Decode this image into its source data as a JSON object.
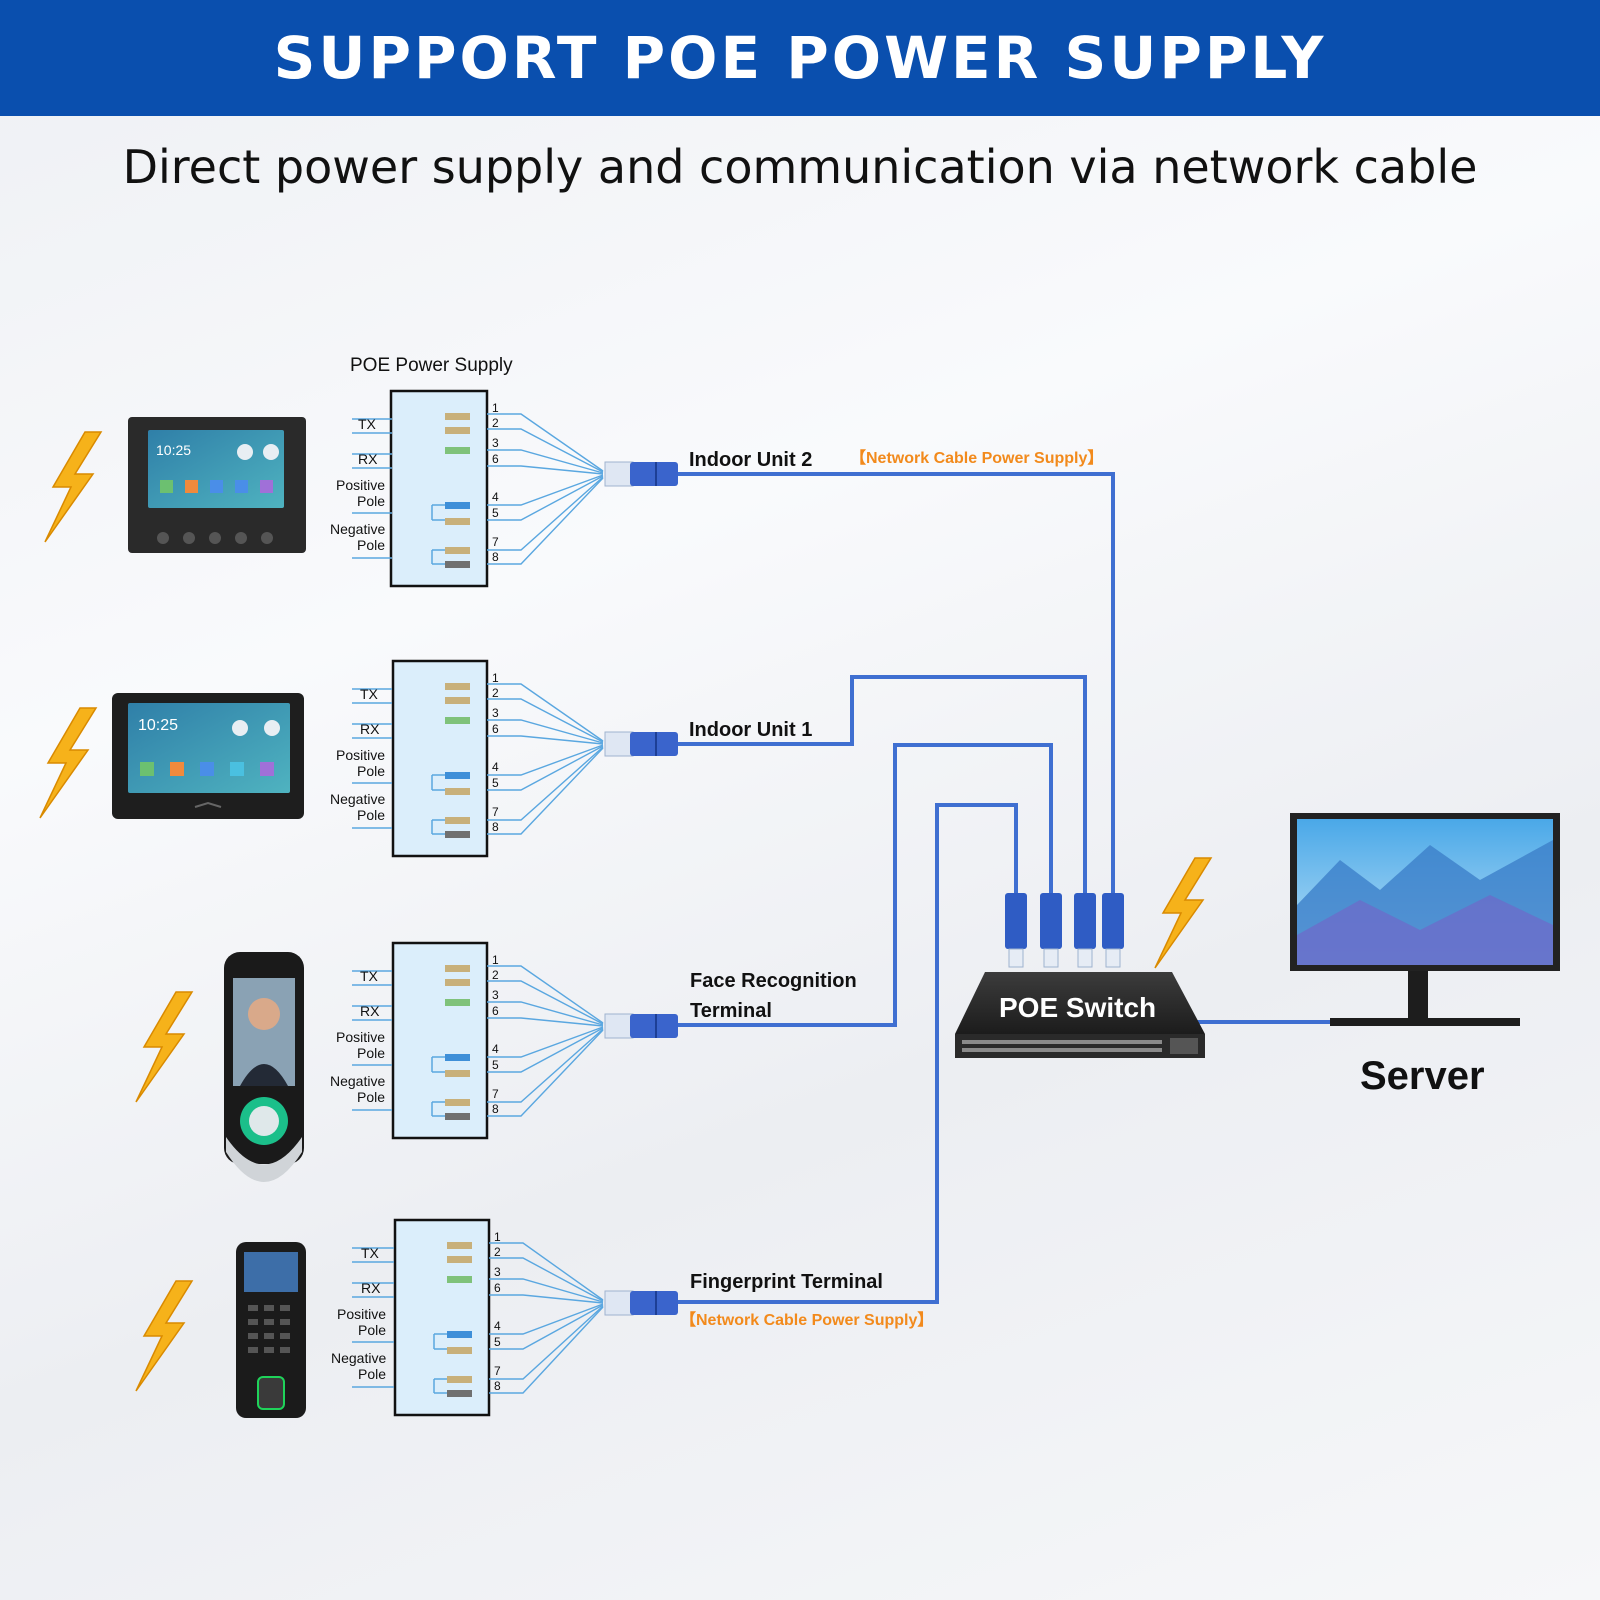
{
  "header": {
    "title": "SUPPORT POE POWER SUPPLY",
    "subtitle": "Direct power supply and communication via network cable"
  },
  "diagram": {
    "block_title": "POE Power Supply",
    "pin_labels": {
      "tx": "TX",
      "rx": "RX",
      "positive_1": "Positive",
      "positive_2": "Pole",
      "negative_1": "Negative",
      "negative_2": "Pole"
    },
    "pin_numbers": [
      "1",
      "2",
      "3",
      "6",
      "4",
      "5",
      "7",
      "8"
    ],
    "devices": [
      {
        "name": "Indoor Unit 2"
      },
      {
        "name": "Indoor Unit 1"
      },
      {
        "name_line1": "Face Recognition",
        "name_line2": "Terminal"
      },
      {
        "name": "Fingerprint Terminal"
      }
    ],
    "cable_note": "【Network Cable Power Supply】",
    "switch_label": "POE Switch",
    "server_label": "Server",
    "screen_time": "10:25",
    "colors": {
      "banner": "#0a4fae",
      "cable": "#3f6fd1",
      "accent_orange": "#f28a1c",
      "bolt": "#f6b21a"
    }
  }
}
